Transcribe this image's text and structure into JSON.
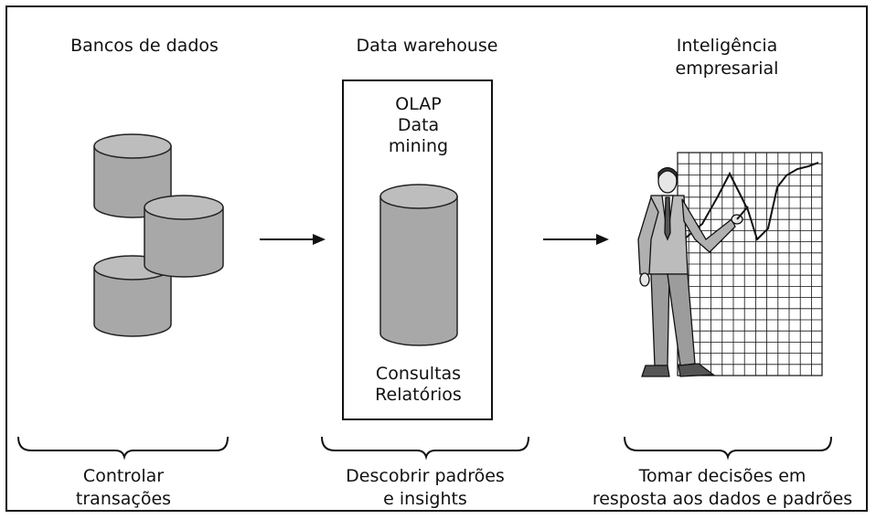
{
  "columns": [
    {
      "title": "Bancos de dados",
      "caption": "Controlar\ntransações",
      "icon": "database-stack-icon"
    },
    {
      "title": "Data warehouse",
      "box_top_text": "OLAP\nData\nmining",
      "box_bottom_text": "Consultas\nRelatórios",
      "caption": "Descobrir padrões\ne insights",
      "icon": "data-warehouse-cylinder-icon"
    },
    {
      "title": "Inteligência\nempresarial",
      "caption": "Tomar decisões em\nresposta aos dados e padrões",
      "icon": "businessman-presenting-chart-icon"
    }
  ],
  "colors": {
    "cylinder_fill": "#a8a8a8",
    "cylinder_top": "#bdbdbd",
    "outline": "#222222"
  }
}
